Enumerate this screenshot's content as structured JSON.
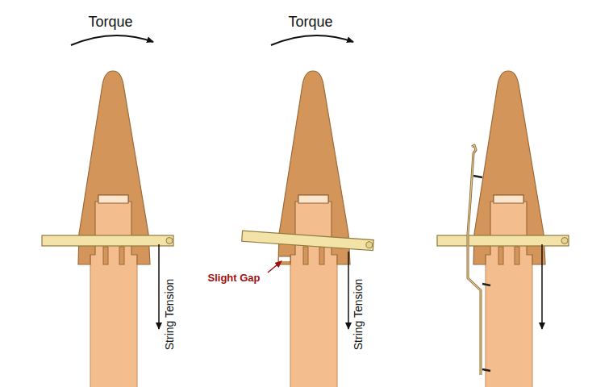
{
  "diagram": {
    "labels": [
      "Torque",
      "Torque",
      "String Tension",
      "Slight Gap",
      "String Tension"
    ]
  }
}
